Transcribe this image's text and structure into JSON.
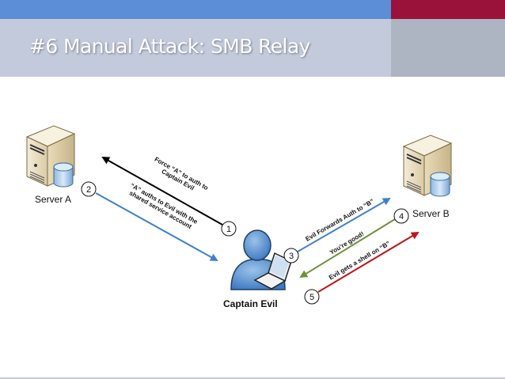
{
  "slide": {
    "title": "#6 Manual Attack: SMB Relay",
    "colors": {
      "top_bar": "#5b8ed6",
      "top_bar_accent": "#9a1239",
      "header": "#c3cadb",
      "header_side": "#adb4c2"
    }
  },
  "nodes": {
    "server_a": {
      "label": "Server A",
      "icon": "server-database-icon"
    },
    "server_b": {
      "label": "Server B",
      "icon": "server-database-icon"
    },
    "attacker": {
      "label": "Captain Evil",
      "icon": "user-laptop-icon"
    }
  },
  "steps": [
    {
      "number": "1",
      "label_line1": "Force “A” to auth to",
      "label_line2": "Captain Evil",
      "color": "#000000",
      "direction": "Captain Evil -> Server A"
    },
    {
      "number": "2",
      "label_line1": "“A” auths to Evil with the",
      "label_line2": "shared service account",
      "color": "#3f7fcf",
      "direction": "Server A -> Captain Evil"
    },
    {
      "number": "3",
      "label_line1": "Evil Forwards Auth to “B”",
      "color": "#3f7fcf",
      "direction": "Captain Evil -> Server B"
    },
    {
      "number": "4",
      "label_line1": "You’re good!",
      "color": "#6f8f3a",
      "direction": "Server B -> Captain Evil"
    },
    {
      "number": "5",
      "label_line1": "Evil gets a shell on “B”",
      "color": "#c0141c",
      "direction": "Captain Evil -> Server B"
    }
  ]
}
